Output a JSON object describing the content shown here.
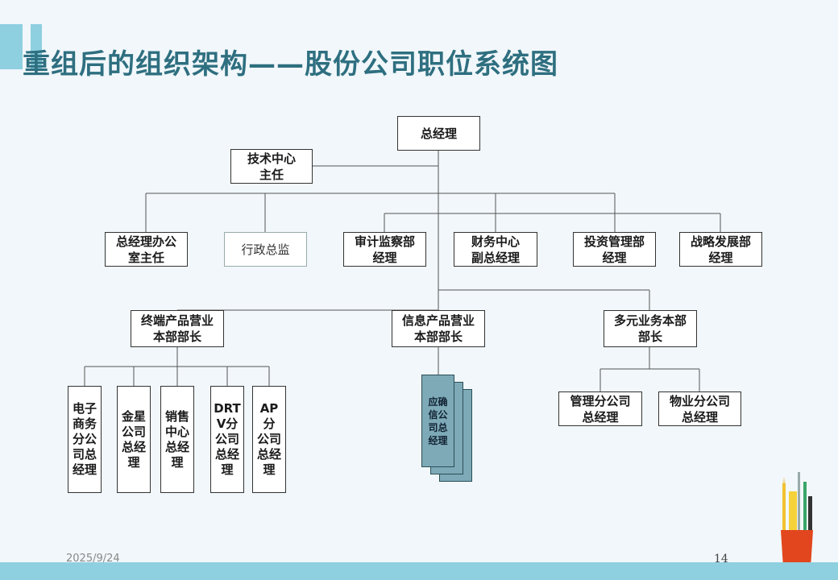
{
  "title": "重组后的组织架构——股份公司职位系统图",
  "footer": {
    "date": "2025/9/24",
    "page": "14"
  },
  "org": {
    "ceo": "总经理",
    "tech": "技术中心\n主任",
    "level2": [
      "总经理办公\n室主任",
      "行政总监",
      "审计监察部\n经理",
      "财务中心\n副总经理",
      "投资管理部\n经理",
      "战略发展部\n经理"
    ],
    "divisions": [
      "终端产品营业\n本部部长",
      "信息产品营业\n本部部长",
      "多元业务本部\n部长"
    ],
    "terminal_subs": [
      "电子\n商务\n分公\n司总\n经理",
      "金星\n公司\n总经\n理",
      "销售\n中心\n总经\n理",
      "DRT\nV分\n公司\n总经\n理",
      "AP分\n公司\n总经\n理"
    ],
    "info_sub": "应确\n信公\n司总\n经理",
    "multi_subs": [
      "管理分公司\n总经理",
      "物业分公司\n总经理"
    ]
  }
}
